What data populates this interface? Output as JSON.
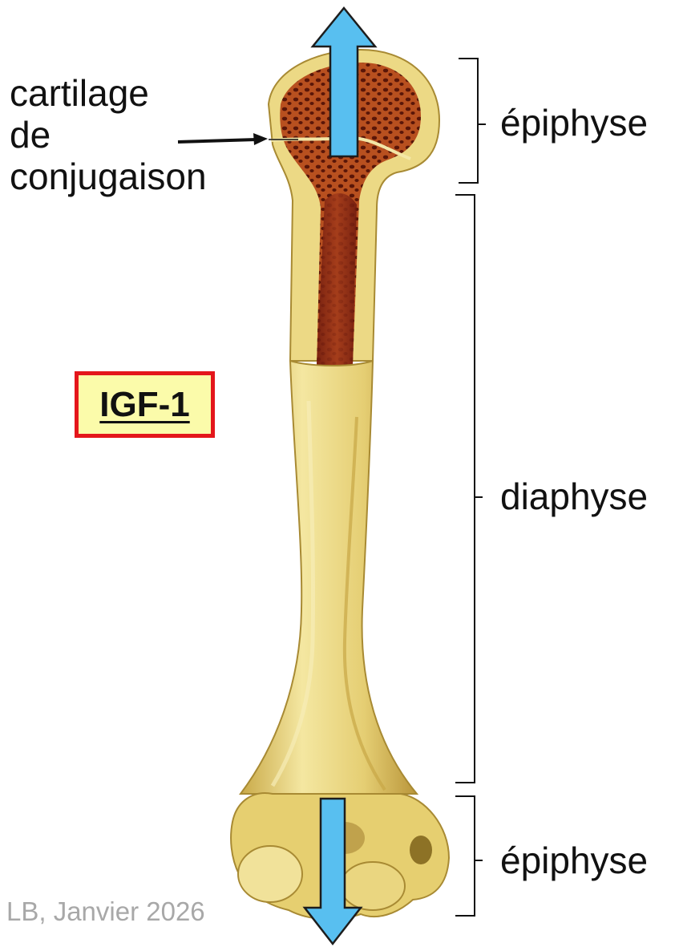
{
  "labels": {
    "cartilage_line1": "cartilage",
    "cartilage_line2": "de",
    "cartilage_line3": "conjugaison",
    "epiphyse_top": "épiphyse",
    "diaphyse": "diaphyse",
    "epiphyse_bottom": "épiphyse"
  },
  "hormone_box": {
    "text": "IGF-1",
    "border_color": "#e4161b",
    "fill_color": "#fbfbaa"
  },
  "credit": "LB, Janvier 2026",
  "colors": {
    "bone": "#e9d577",
    "bone_dark": "#c2a440",
    "marrow": "#8e2a16",
    "spongy_bone": "#b24a1f",
    "growth_arrow": "#58bff0"
  },
  "icons": {
    "growth_arrow": "double-headed-arrow"
  }
}
